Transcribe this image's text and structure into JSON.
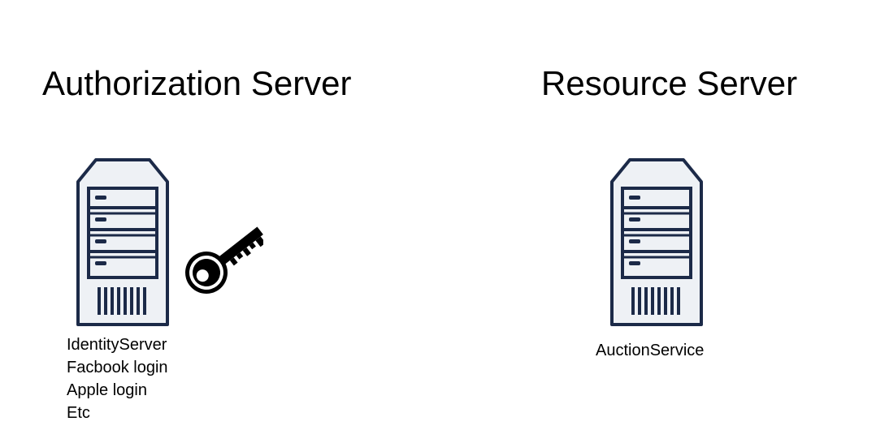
{
  "authorization": {
    "heading": "Authorization Server",
    "server_icon": "server-tower-icon",
    "key_icon": "key-icon",
    "lines": [
      "IdentityServer",
      "Facbook login",
      "Apple login",
      "Etc"
    ]
  },
  "resource": {
    "heading": "Resource Server",
    "server_icon": "server-tower-icon",
    "label": "AuctionService"
  },
  "colors": {
    "server_stroke": "#1c2a48",
    "server_fill": "#eef1f5",
    "key": "#000000"
  }
}
